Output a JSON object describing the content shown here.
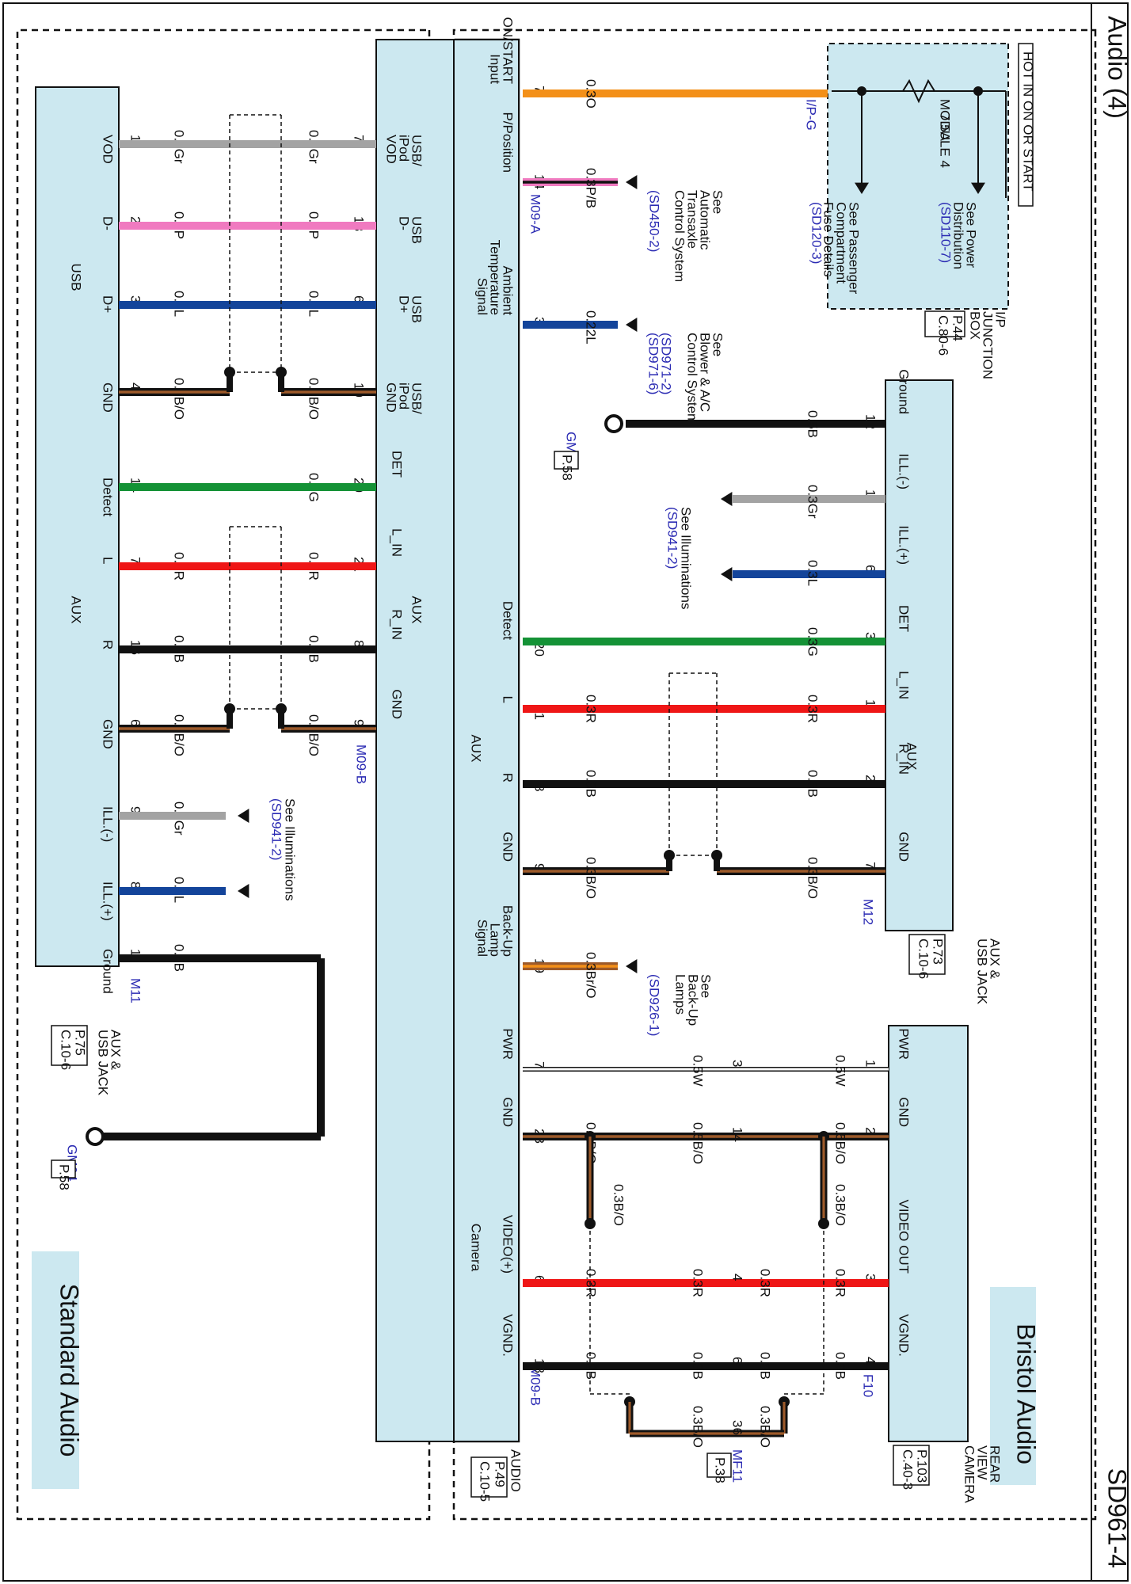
{
  "page": {
    "title": "Audio (4)",
    "code": "SD961-4"
  },
  "sections": {
    "bristol": "Bristol Audio",
    "standard": "Standard Audio"
  },
  "colors": {
    "orange": "#f39019",
    "pink": "#f07ac0",
    "blue": "#13449a",
    "gray": "#a3a3a3",
    "green": "#149236",
    "red": "#ef1616",
    "black": "#111111",
    "brown": "#9d5a2a",
    "white_w": "#ffffff",
    "box_fill": "#cce8f0"
  },
  "junction": {
    "header": "HOT IN ON OR START",
    "fuse_label": "MODULE 4",
    "fuse_rating": "7.5A",
    "arrow1": [
      "See Power",
      "Distribution"
    ],
    "arrow1_ref": "(SD110-7)",
    "arrow2": [
      "See Passenger",
      "Compartment",
      "Fuse Details"
    ],
    "arrow2_ref": "(SD120-3)",
    "name": [
      "I/P",
      "JUNCTION",
      "BOX"
    ],
    "pages": [
      "P.44",
      "C.80-6"
    ],
    "conn": "I/P-G"
  },
  "audio_unit": {
    "name": "AUDIO",
    "pages": [
      "P.49",
      "C.10-5"
    ],
    "pins": [
      {
        "label": [
          "ON/START",
          "Input"
        ],
        "num": "7"
      },
      {
        "label": [
          "P/Position"
        ],
        "num": "14"
      },
      {
        "label": [
          "Ambient",
          "Temperature",
          "Signal"
        ],
        "num": "3"
      },
      {
        "label": [
          "Detect"
        ],
        "num": "20"
      },
      {
        "label": [
          "L"
        ],
        "num": "21"
      },
      {
        "label": [
          "R"
        ],
        "num": "8"
      },
      {
        "label": [
          "GND"
        ],
        "num": "9"
      },
      {
        "label": [
          "Back-Up",
          "Lamp",
          "Signal"
        ],
        "num": "19"
      },
      {
        "label": [
          "PWR"
        ],
        "num": "7"
      },
      {
        "label": [
          "GND"
        ],
        "num": "23"
      },
      {
        "label": [
          "VIDEO(+)"
        ],
        "num": "6"
      },
      {
        "label": [
          "VGND."
        ],
        "num": "18"
      }
    ],
    "group_aux": "AUX",
    "group_camera": "Camera",
    "conn_m09a": "M09-A",
    "conn_m09b": "M09-B"
  },
  "bristol_refs": {
    "transaxle": [
      "See",
      "Automatic",
      "Transaxle",
      "Control System"
    ],
    "transaxle_ref": "(SD450-2)",
    "blower": [
      "See",
      "Blower & A/C",
      "Control System"
    ],
    "blower_ref1": "(SD971-2)",
    "blower_ref2": "(SD971-6)",
    "illum": [
      "See Illuminations"
    ],
    "illum_ref": "(SD941-2)",
    "backup": [
      "See",
      "Back-Up",
      "Lamps"
    ],
    "backup_ref": "(SD926-1)",
    "gm04": "GM04",
    "gm04_page": "P.58"
  },
  "aux_jack_bristol": {
    "name": [
      "AUX &",
      "USB JACK"
    ],
    "pages": [
      "P.73",
      "C.10-6"
    ],
    "conn": "M12",
    "pins": [
      {
        "label": "Ground",
        "num": "12"
      },
      {
        "label": "ILL.(-)",
        "num": "11"
      },
      {
        "label": "ILL.(+)",
        "num": "6"
      },
      {
        "label": "DET",
        "num": "3"
      },
      {
        "label": "L_IN",
        "num": "1"
      },
      {
        "label": "R_IN",
        "num": "2"
      },
      {
        "label": "GND",
        "num": "7"
      }
    ],
    "group": "AUX"
  },
  "camera": {
    "name": [
      "REAR",
      "VIEW",
      "CAMERA"
    ],
    "pages": [
      "P.103",
      "C.40-3"
    ],
    "conn": "F10",
    "pins": [
      {
        "label": "PWR",
        "num": "1"
      },
      {
        "label": "GND",
        "num": "2"
      },
      {
        "label": "VIDEO OUT",
        "num": "3"
      },
      {
        "label": "VGND.",
        "num": "4"
      }
    ]
  },
  "mf11": {
    "conn": "MF11",
    "page": "P.38",
    "pins": [
      "3",
      "14",
      "4",
      "6",
      "36"
    ]
  },
  "bristol_wires": {
    "w_onstart": "0.3O",
    "w_ppos": "0.3P/B",
    "w_amb": "0.22L",
    "w_ground": "0.5B",
    "w_illn": "0.3Gr",
    "w_illp": "0.3L",
    "w_det": "0.3G",
    "w_l": "0.3R",
    "w_r": "0.3B",
    "w_gnd": "0.3B/O",
    "w_backup": "0.3Br/O",
    "w_pwr": "0.5W",
    "w_cgnd": "0.5B/O",
    "w_vid": "0.3R",
    "w_vgnd": "0.3B",
    "w_shield": "0.3B/O"
  },
  "standard_unit": {
    "usb_pins": [
      {
        "label": [
          "USB/",
          "iPod",
          "VOD"
        ],
        "num": "7",
        "wire": "0.3Gr"
      },
      {
        "label": [
          "USB",
          "D-"
        ],
        "num": "18",
        "wire": "0.3P"
      },
      {
        "label": [
          "USB",
          "D+"
        ],
        "num": "6",
        "wire": "0.3L"
      },
      {
        "label": [
          "USB/",
          "iPod",
          "GND"
        ],
        "num": "19",
        "wire": "0.3B/O"
      }
    ],
    "aux_pins": [
      {
        "label": "DET",
        "num": "20",
        "wire": "0.3G"
      },
      {
        "label": "L_IN",
        "num": "21",
        "wire": "0.3R"
      },
      {
        "label": "R_IN",
        "num": "8",
        "wire": "0.3B"
      },
      {
        "label": "GND",
        "num": "9",
        "wire": "0.3B/O"
      }
    ],
    "group_aux": "AUX",
    "conn": "M09-B"
  },
  "aux_jack_standard": {
    "name": [
      "AUX &",
      "USB JACK"
    ],
    "pages": [
      "P.75",
      "C.10-6"
    ],
    "conn": "M11",
    "usb_pins": [
      {
        "label": "VOD",
        "num": "1",
        "wire": "0.3Gr"
      },
      {
        "label": "D-",
        "num": "2",
        "wire": "0.3P"
      },
      {
        "label": "D+",
        "num": "3",
        "wire": "0.3L"
      },
      {
        "label": "GND",
        "num": "4",
        "wire": "0.3B/O"
      }
    ],
    "aux_pins": [
      {
        "label": "Detect",
        "num": "14"
      },
      {
        "label": "L",
        "num": "7",
        "wire": "0.3R"
      },
      {
        "label": "R",
        "num": "16",
        "wire": "0.3B"
      },
      {
        "label": "GND",
        "num": "6",
        "wire": "0.3B/O"
      }
    ],
    "ill_pins": [
      {
        "label": "ILL.(-)",
        "num": "9",
        "wire": "0.3Gr"
      },
      {
        "label": "ILL.(+)",
        "num": "8",
        "wire": "0.3L"
      },
      {
        "label": "Ground",
        "num": "11",
        "wire": "0.5B"
      }
    ],
    "group_usb": "USB",
    "group_aux": "AUX",
    "illum": [
      "See Illuminations"
    ],
    "illum_ref": "(SD941-2)",
    "gm04": "GM04",
    "gm04_page": "P.58"
  }
}
